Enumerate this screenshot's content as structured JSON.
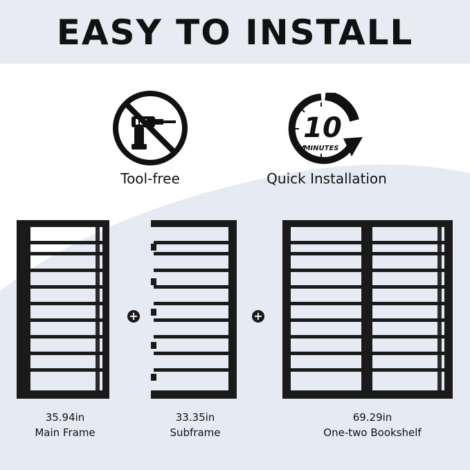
{
  "header": {
    "title": "EASY TO INSTALL"
  },
  "features": [
    {
      "label": "Tool-free",
      "icon": "no-drill-icon"
    },
    {
      "label": "Quick Installation",
      "icon": "ten-minutes-timer-icon",
      "timer_number": "10",
      "timer_unit": "MINUTES"
    }
  ],
  "components": [
    {
      "size": "35.94in",
      "name": "Main Frame"
    },
    {
      "size": "33.35in",
      "name": "Subframe"
    },
    {
      "size": "69.29in",
      "name": "One-two Bookshelf"
    }
  ],
  "operators": [
    "+",
    "+"
  ],
  "colors": {
    "header_band": "#e8ebf2",
    "background_curve": "#e6eaf3",
    "frame": "#1a1a1a"
  }
}
